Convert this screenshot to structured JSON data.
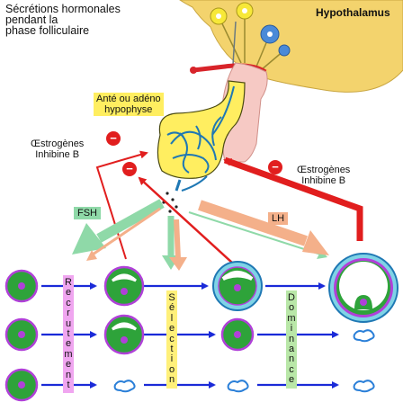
{
  "title_lines": [
    "Sécrétions hormonales",
    "pendant la",
    "phase folliculaire"
  ],
  "labels": {
    "hypothalamus": "Hypothalamus",
    "adeno_lines": [
      "Anté ou adéno",
      "hypophyse"
    ],
    "oestrogenes": "Œstrogènes",
    "inhibine": "Inhibine B",
    "fsh": "FSH",
    "lh": "LH",
    "minus": "−"
  },
  "stages": {
    "recrutement": "Recrutement",
    "selection": "Sélection",
    "dominance": "Dominance"
  },
  "colors": {
    "hypothalamus": "#f3d36d",
    "pituitary": "#ffee60",
    "fsh": "#8fd9a8",
    "lh": "#f4b08a",
    "feedback": "#e11e1e",
    "follicle_arrow": "#1a2ad8",
    "follicle_green": "#2ea33a",
    "follicle_violet": "#b040d8",
    "recrutement_bg": "#f0a6f0",
    "selection_bg": "#fff07a",
    "dominance_bg": "#b9e7a8"
  }
}
